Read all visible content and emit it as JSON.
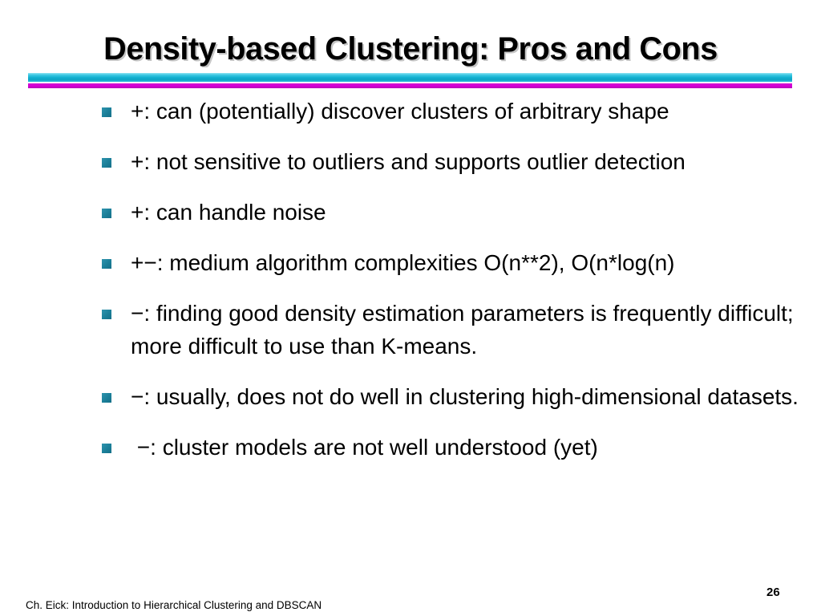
{
  "slide": {
    "title": "Density-based Clustering: Pros and Cons",
    "divider": {
      "top_bar_color": "#12b0d0",
      "bottom_bar_color": "#cc00cc"
    },
    "bullet_color": "#1b7f99",
    "bullets": [
      {
        "text": "+: can (potentially) discover clusters of arbitrary shape"
      },
      {
        "text": "+: not sensitive to outliers and supports outlier detection"
      },
      {
        "text": "+: can handle noise"
      },
      {
        "text": "+−: medium algorithm complexities O(n**2), O(n*log(n)"
      },
      {
        "text": "−: finding good density estimation parameters is frequently difficult; more difficult to use than K-means."
      },
      {
        "text": "−: usually, does not do well in clustering high-dimensional datasets."
      },
      {
        "text": " −: cluster models are not well understood (yet)"
      }
    ],
    "footer": {
      "note": "Ch. Eick: Introduction to Hierarchical Clustering and DBSCAN",
      "page_number": "26"
    }
  }
}
